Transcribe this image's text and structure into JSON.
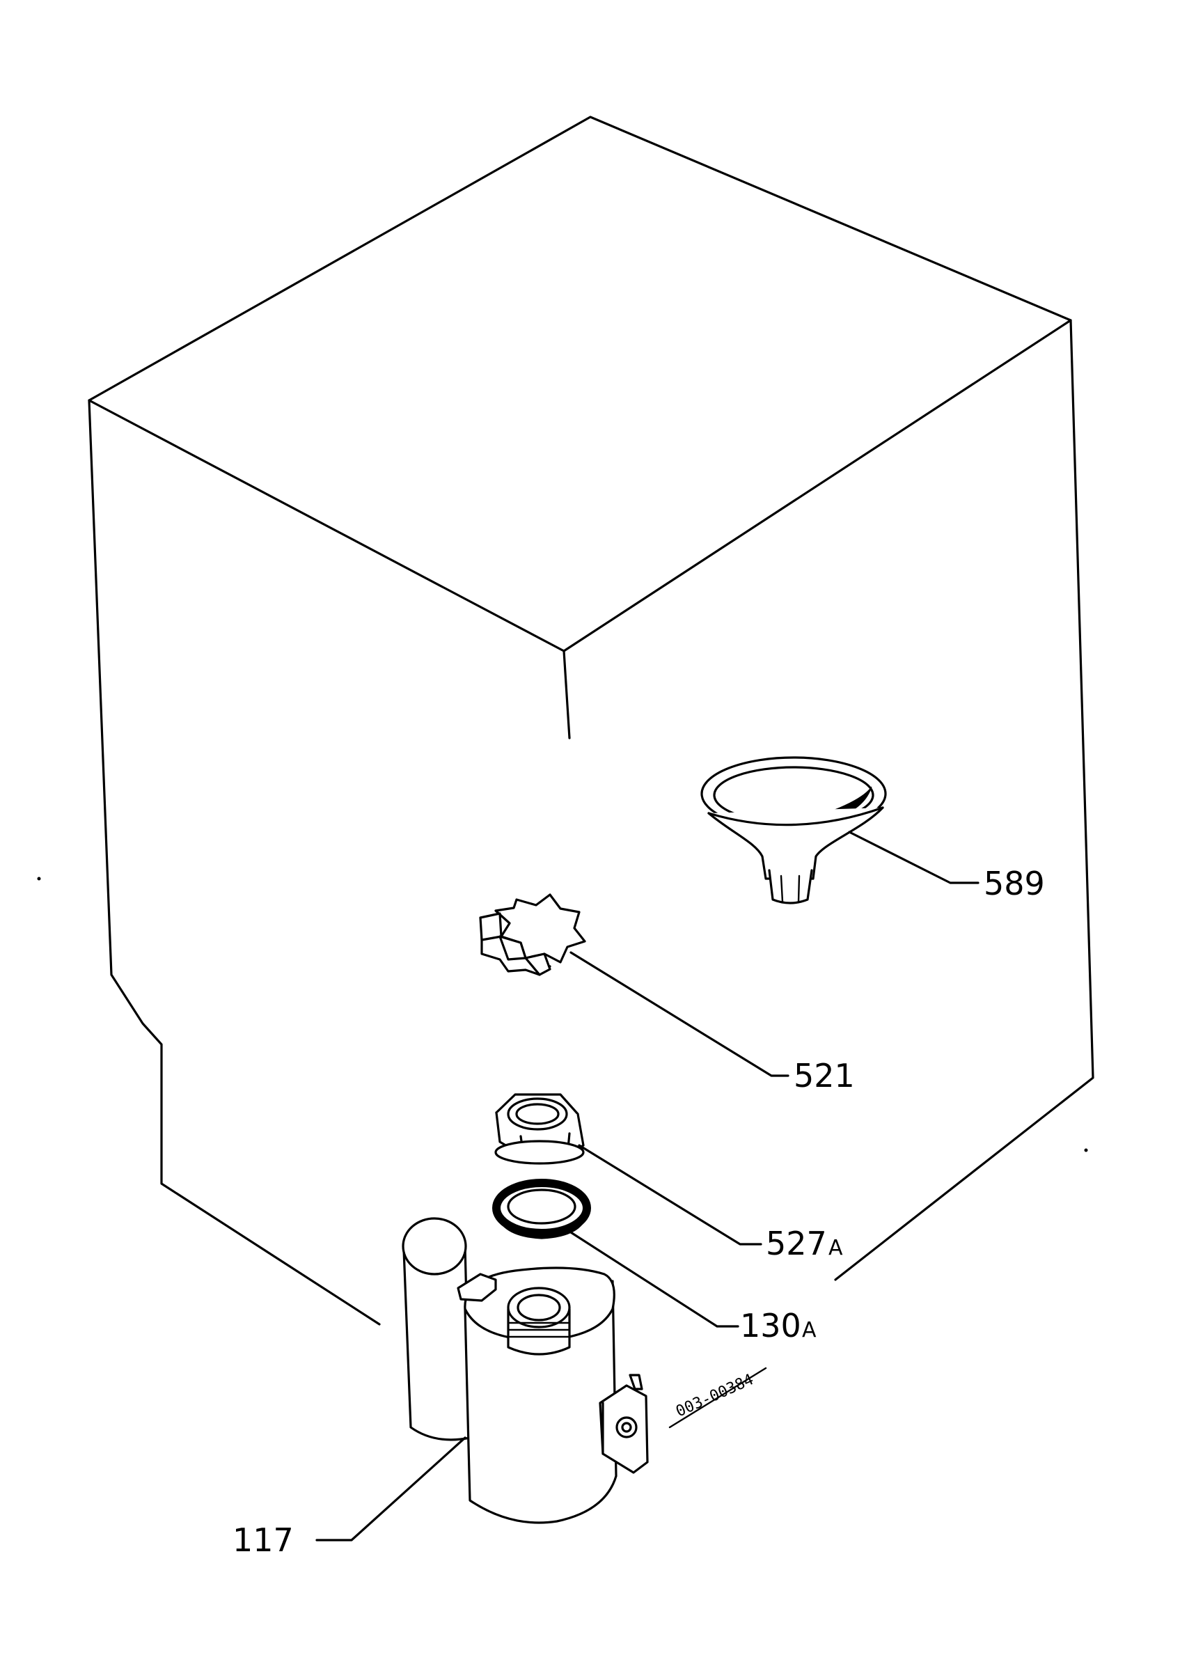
{
  "callouts": {
    "funnel": "589",
    "cap": "521",
    "nut": "527",
    "nut_suffix": "A",
    "gasket": "130",
    "gasket_suffix": "A",
    "pump": "117"
  },
  "reference_code": "003-00384"
}
